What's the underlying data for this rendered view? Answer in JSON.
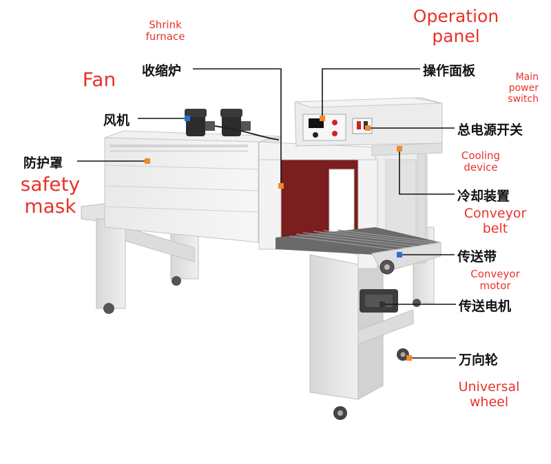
{
  "labels_cn": {
    "shrink_furnace": "收缩炉",
    "operation_panel": "操作面板",
    "fan": "风机",
    "main_power_switch": "总电源开关",
    "safety_mask": "防护罩",
    "cooling_device": "冷却装置",
    "conveyor_belt": "传送带",
    "conveyor_motor": "传送电机",
    "universal_wheel": "万向轮"
  },
  "labels_en": {
    "shrink_furnace_1": "Shrink",
    "shrink_furnace_2": "furnace",
    "operation_panel_1": "Operation",
    "operation_panel_2": "panel",
    "fan": "Fan",
    "main_power_switch_1": "Main",
    "main_power_switch_2": "power",
    "main_power_switch_3": "switch",
    "safety_mask_1": "safety",
    "safety_mask_2": "mask",
    "cooling_device_1": "Cooling",
    "cooling_device_2": "device",
    "conveyor_belt_1": "Conveyor",
    "conveyor_belt_2": "belt",
    "conveyor_motor_1": "Conveyor",
    "conveyor_motor_2": "motor",
    "universal_wheel_1": "Universal",
    "universal_wheel_2": "wheel"
  },
  "colors": {
    "label_red": "#e8322a",
    "leader_line": "#111111",
    "marker_orange": "#f08a24",
    "marker_blue": "#2a6fd6"
  }
}
